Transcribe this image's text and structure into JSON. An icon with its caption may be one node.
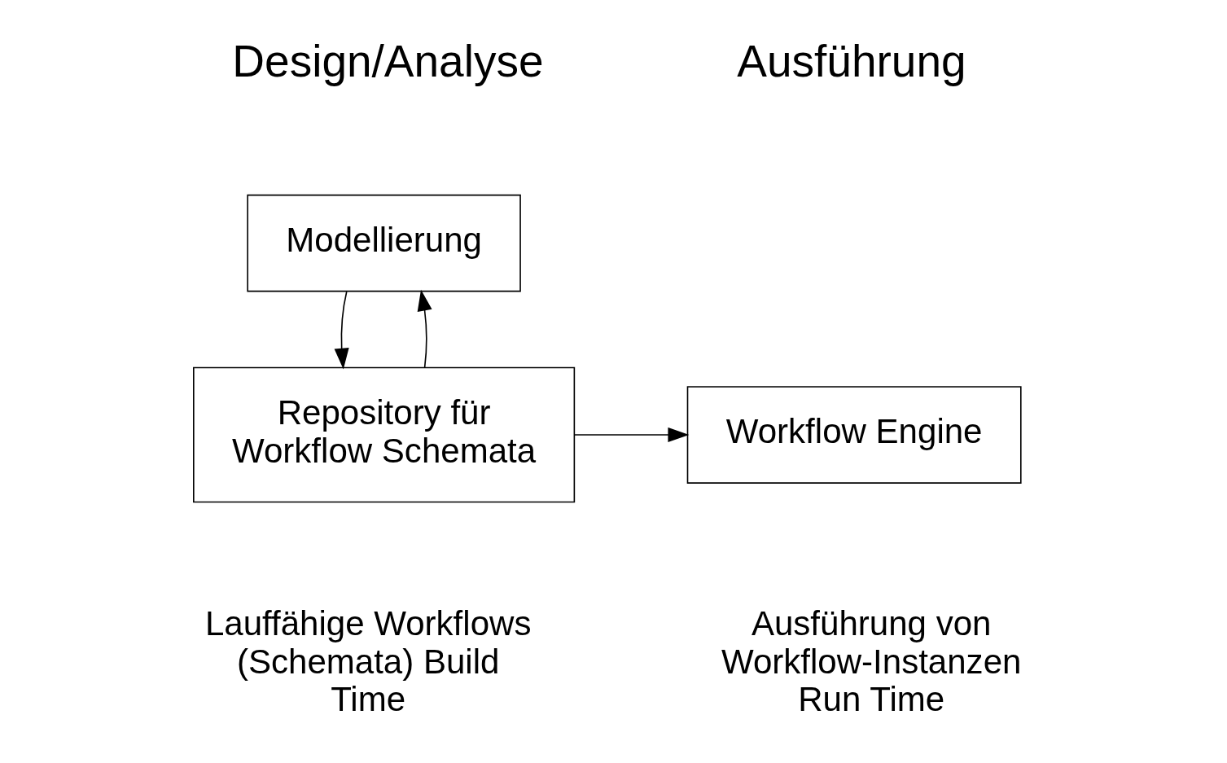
{
  "diagram": {
    "nodes": [
      {
        "text": [
          "Modellierung"
        ]
      },
      {
        "text": [
          "Repository für Workflow Schemata"
        ]
      },
      {
        "text": [
          "Workflow Engine"
        ]
      }
    ],
    "edges": [
      {
        "from": 0,
        "to": 1,
        "arrow": "to"
      },
      {
        "from": 1,
        "to": 0,
        "arrow": "to"
      },
      {
        "from": 1,
        "to": 2,
        "arrow": "to"
      }
    ],
    "labels": [
      "Design/Analyse",
      "Ausführung",
      "Lauffähige Workflows (Schemata) Build Time",
      "Ausführung von Workflow-Instanzen Run Time"
    ]
  }
}
